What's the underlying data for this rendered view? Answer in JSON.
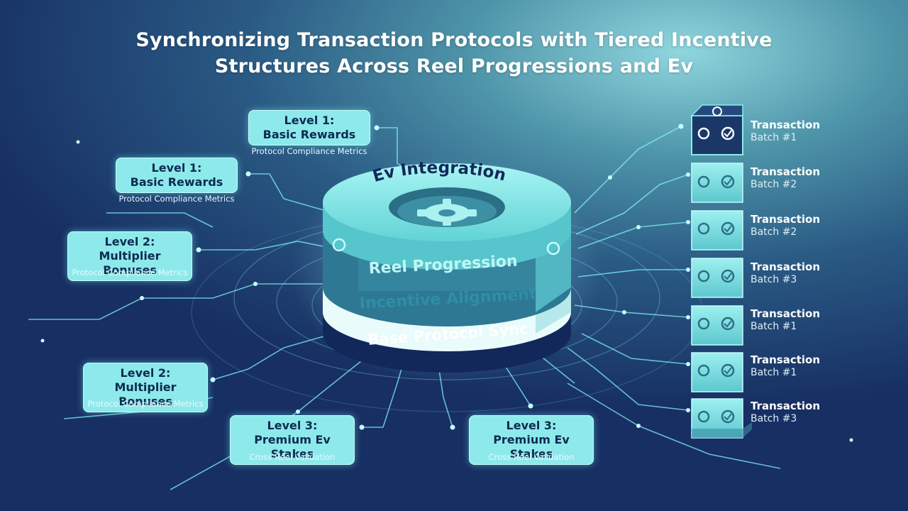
{
  "title": {
    "line1": "Synchronizing Transaction Protocols with Tiered Incentive",
    "line2": "Structures Across Reel Progressions and Ev"
  },
  "stack": {
    "top_ring": "Ev Integration",
    "layer2": "Reel Progression",
    "layer3": "Incentive Alignment",
    "layer4": "Base Protocol Sync"
  },
  "levels": [
    {
      "level": "Level 1:",
      "name": "Basic Rewards",
      "sub": "Protocol Compliance Metrics"
    },
    {
      "level": "Level 1:",
      "name": "Basic Rewards",
      "sub": "Protocol Compliance Metrics"
    },
    {
      "level": "Level 2:",
      "name": "Multiplier Bonuses",
      "sub": "Protocol Compliance Metrics"
    },
    {
      "level": "Level 2:",
      "name": "Multiplier Bonuses",
      "sub": "Protocol Compliance Metrics"
    },
    {
      "level": "Level 3:",
      "name": "Premium Ev Stakes",
      "sub": "Cross-Reel Validation"
    },
    {
      "level": "Level 3:",
      "name": "Premium Ev Stakes",
      "sub": "Cross-Reel Validation"
    }
  ],
  "transactions": [
    {
      "title": "Transaction",
      "batch": "Batch #1"
    },
    {
      "title": "Transaction",
      "batch": "Batch #2"
    },
    {
      "title": "Transaction",
      "batch": "Batch #2"
    },
    {
      "title": "Transaction",
      "batch": "Batch #3"
    },
    {
      "title": "Transaction",
      "batch": "Batch #1"
    },
    {
      "title": "Transaction",
      "batch": "Batch #1"
    },
    {
      "title": "Transaction",
      "batch": "Batch #3"
    }
  ],
  "colors": {
    "accent": "#8ee9ea",
    "navy": "#12285a",
    "teal_dark": "#2a6f86",
    "glow": "#6ff0f0"
  }
}
